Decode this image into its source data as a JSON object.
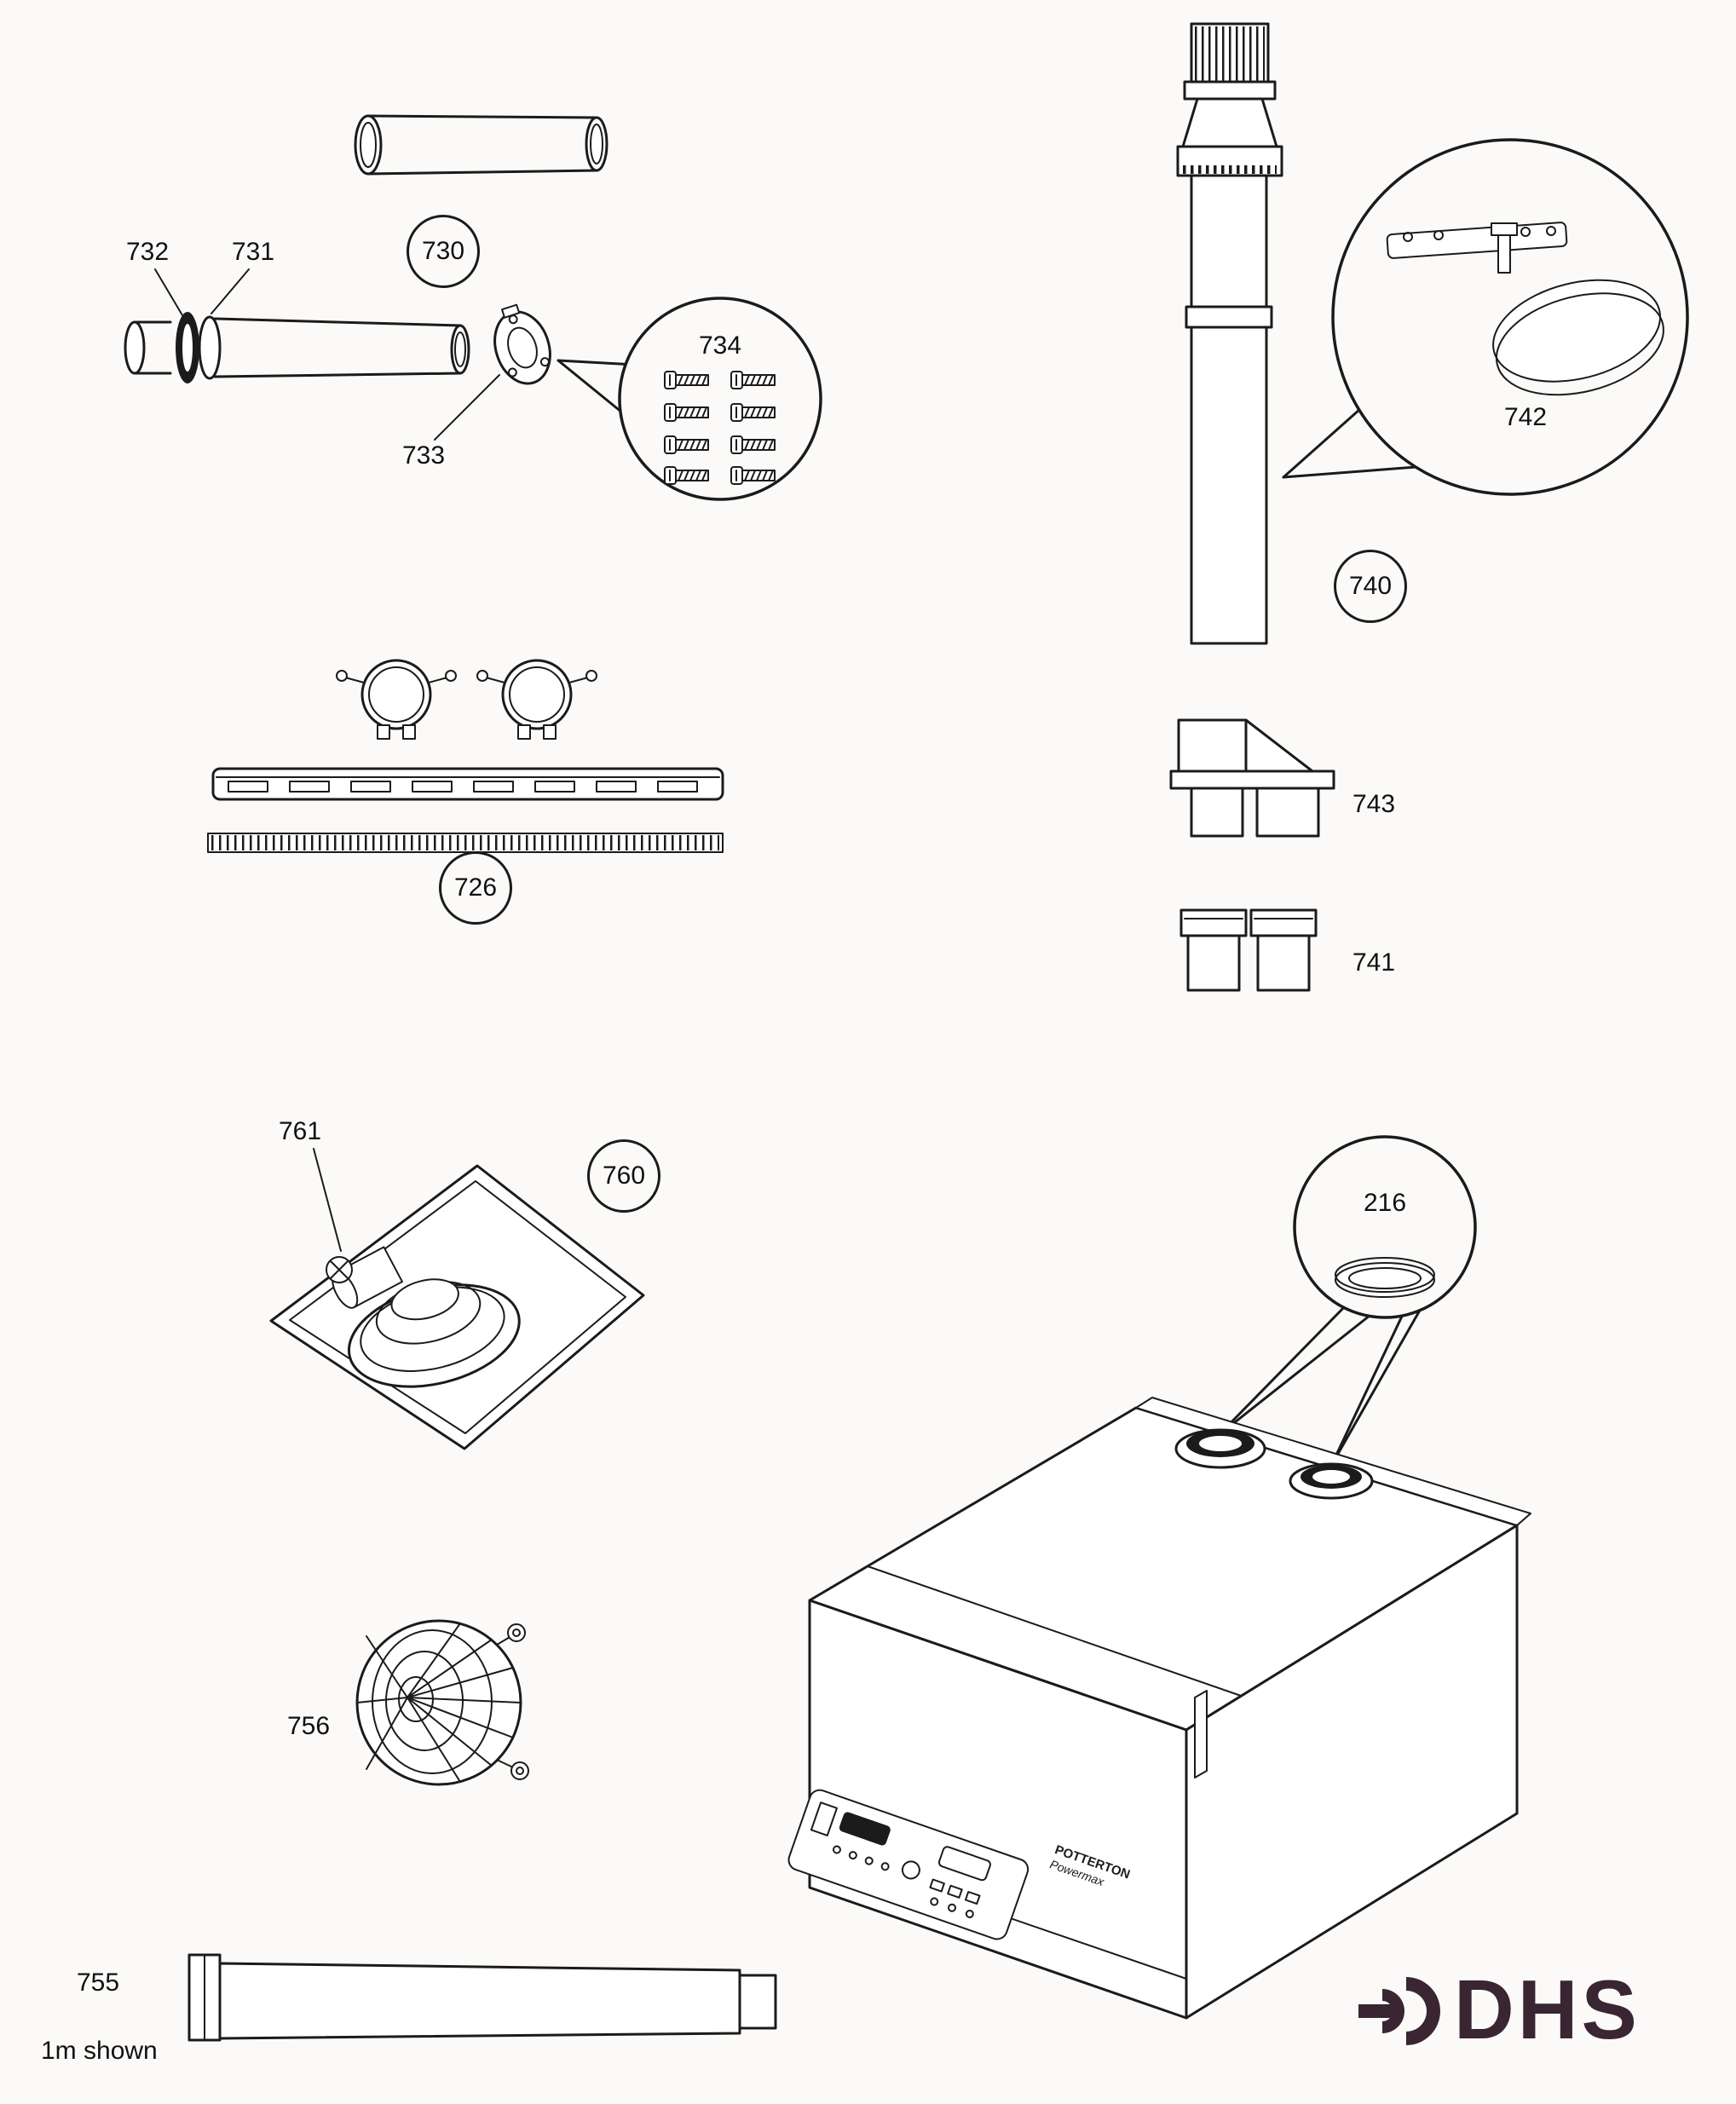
{
  "colors": {
    "line": "#1b1b1b",
    "logo": "#3a2532",
    "paper": "#fbfaf8"
  },
  "labels": {
    "p730": "730",
    "p731": "731",
    "p732": "732",
    "p733": "733",
    "p734": "734",
    "p726": "726",
    "p740": "740",
    "p741": "741",
    "p742": "742",
    "p743": "743",
    "p216": "216",
    "p755": "755",
    "p756": "756",
    "p760": "760",
    "p761": "761",
    "p755_note": "1m shown"
  },
  "boiler": {
    "brand": "POTTERTON",
    "model": "Powermax"
  },
  "logo": {
    "text": "DHS"
  }
}
